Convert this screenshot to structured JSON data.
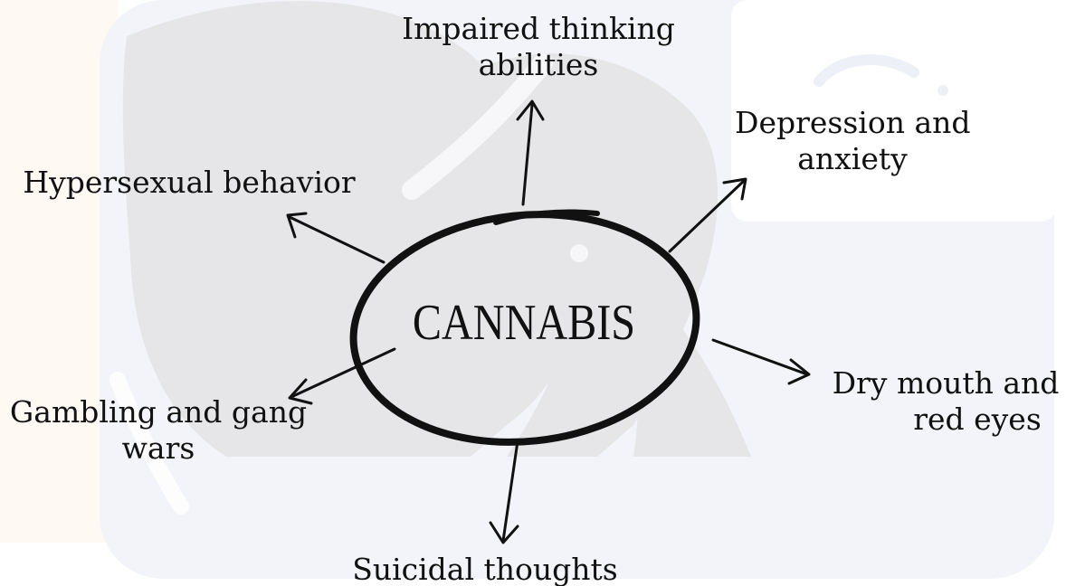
{
  "center": {
    "label": "CANNABIS"
  },
  "effects": {
    "impaired_thinking": {
      "line1": "Impaired thinking",
      "line2": "abilities"
    },
    "depression": {
      "line1": "Depression and",
      "line2": "anxiety"
    },
    "hypersexual": {
      "line1": "Hypersexual behavior"
    },
    "dry_mouth": {
      "line1": "Dry mouth and",
      "line2": "red eyes"
    },
    "gambling": {
      "line1": "Gambling and gang",
      "line2": "wars"
    },
    "suicidal": {
      "line1": "Suicidal thoughts"
    }
  },
  "colors": {
    "ink": "#111111",
    "background_panel": "#f3f4f9",
    "background_shape": "#e6e6e8",
    "accent_wash": "#fff3ea"
  }
}
